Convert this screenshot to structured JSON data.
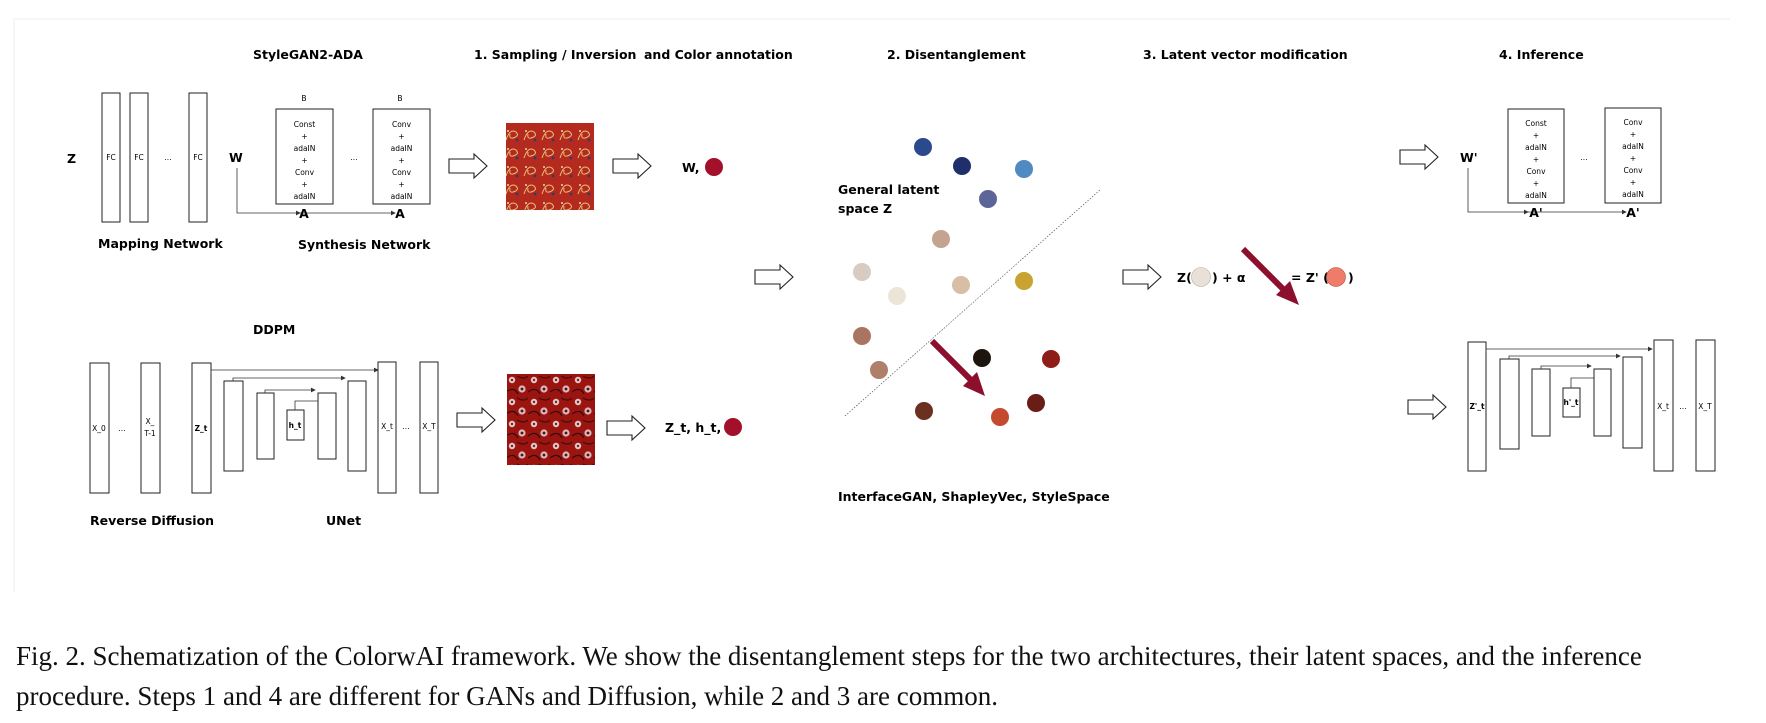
{
  "stage_titles": {
    "stylegan": "StyleGAN2-ADA",
    "sampling": "1. Sampling / Inversion",
    "color_annotation": "and Color annotation",
    "disentanglement": "2. Disentanglement",
    "latent_mod": "3. Latent vector modification",
    "inference": "4. Inference",
    "ddpm": "DDPM"
  },
  "gan": {
    "z": "Z",
    "fc": "FC",
    "dots": "...",
    "w": "W",
    "b": "B",
    "a": "A",
    "const_block": [
      "Const",
      "+",
      "adaIN",
      "+",
      "Conv",
      "+",
      "adaIN"
    ],
    "conv_block": [
      "Conv",
      "+",
      "adaIN",
      "+",
      "Conv",
      "+",
      "adaIN"
    ],
    "mapping_network": "Mapping Network",
    "synthesis_network": "Synthesis Network",
    "w_output": "W,"
  },
  "diffusion": {
    "x0": "X_0",
    "xt1_a": "X_",
    "xt1_b": "T-1",
    "zt": "Z_t",
    "ht": "h_t",
    "xt": "X_t",
    "xT": "X_T",
    "dots": "...",
    "reverse_diffusion": "Reverse Diffusion",
    "unet": "UNet",
    "output": "Z_t, h_t,"
  },
  "latent_space": {
    "label_line1": "General latent",
    "label_line2": "space Z",
    "methods": "InterfaceGAN, ShapleyVec, StyleSpace"
  },
  "modification": {
    "z_open": "Z(",
    "close_plus": ")  +  α",
    "equals_z": "= Z' (",
    "close": ")"
  },
  "inference": {
    "w_prime": "W'",
    "a_prime": "A'",
    "z_prime_t": "Z'_t",
    "h_prime_t": "h'_t"
  },
  "colors": {
    "marker_red": "#a3102a",
    "arrow_red": "#8c0f2e",
    "swatch_beige": "#e9e1d8",
    "swatch_salmon": "#ef7c6a"
  },
  "caption": "Fig. 2.  Schematization of the ColorwAI framework. We show the disentanglement steps for the two architectures, their latent spaces, and the inference procedure. Steps 1 and 4 are different for GANs and Diffusion, while 2 and 3 are common."
}
